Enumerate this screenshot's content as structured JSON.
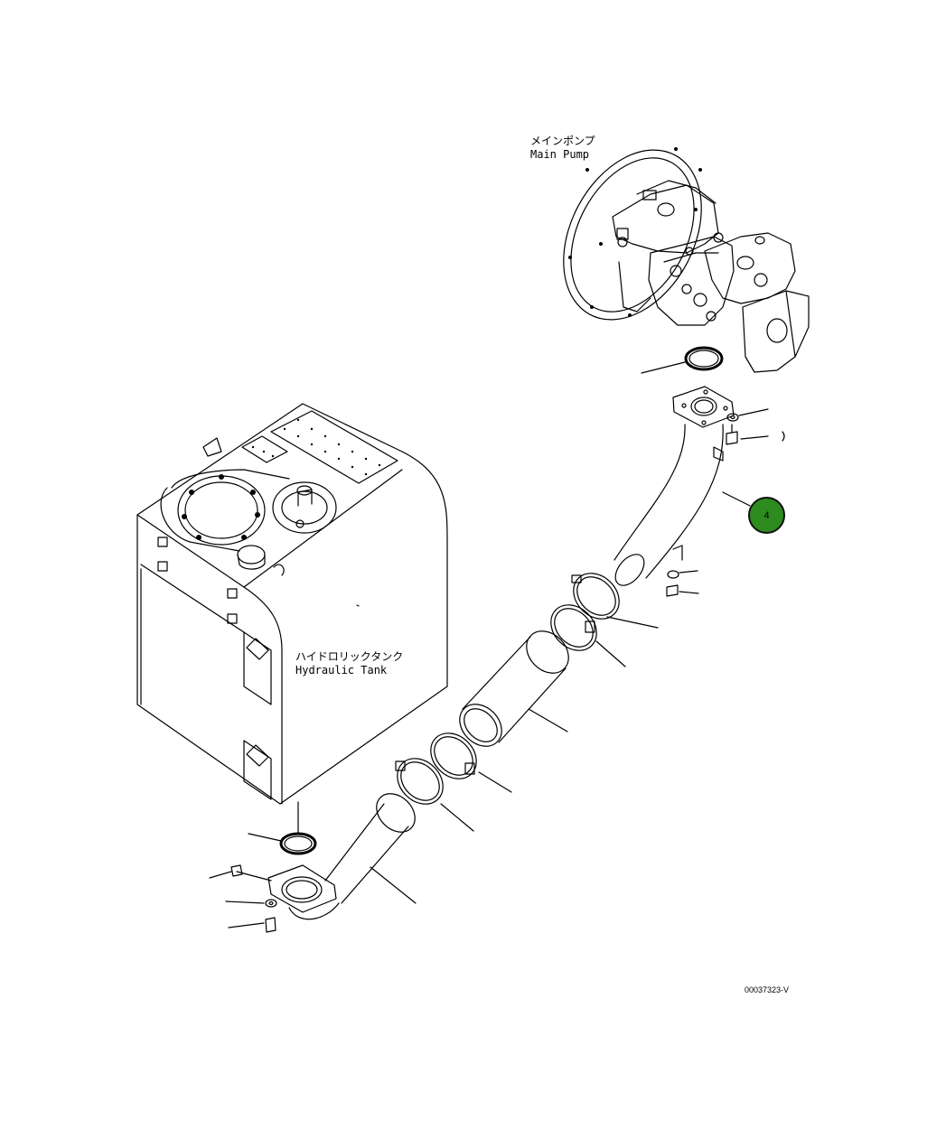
{
  "labels": {
    "pump_jp": "メインポンプ",
    "pump_en": "Main Pump",
    "tank_jp": "ハイドロリックタンク",
    "tank_en": "Hydraulic Tank"
  },
  "callout": {
    "number": "4",
    "color": "#2e8b1e"
  },
  "drawing_code": "00037323-V"
}
